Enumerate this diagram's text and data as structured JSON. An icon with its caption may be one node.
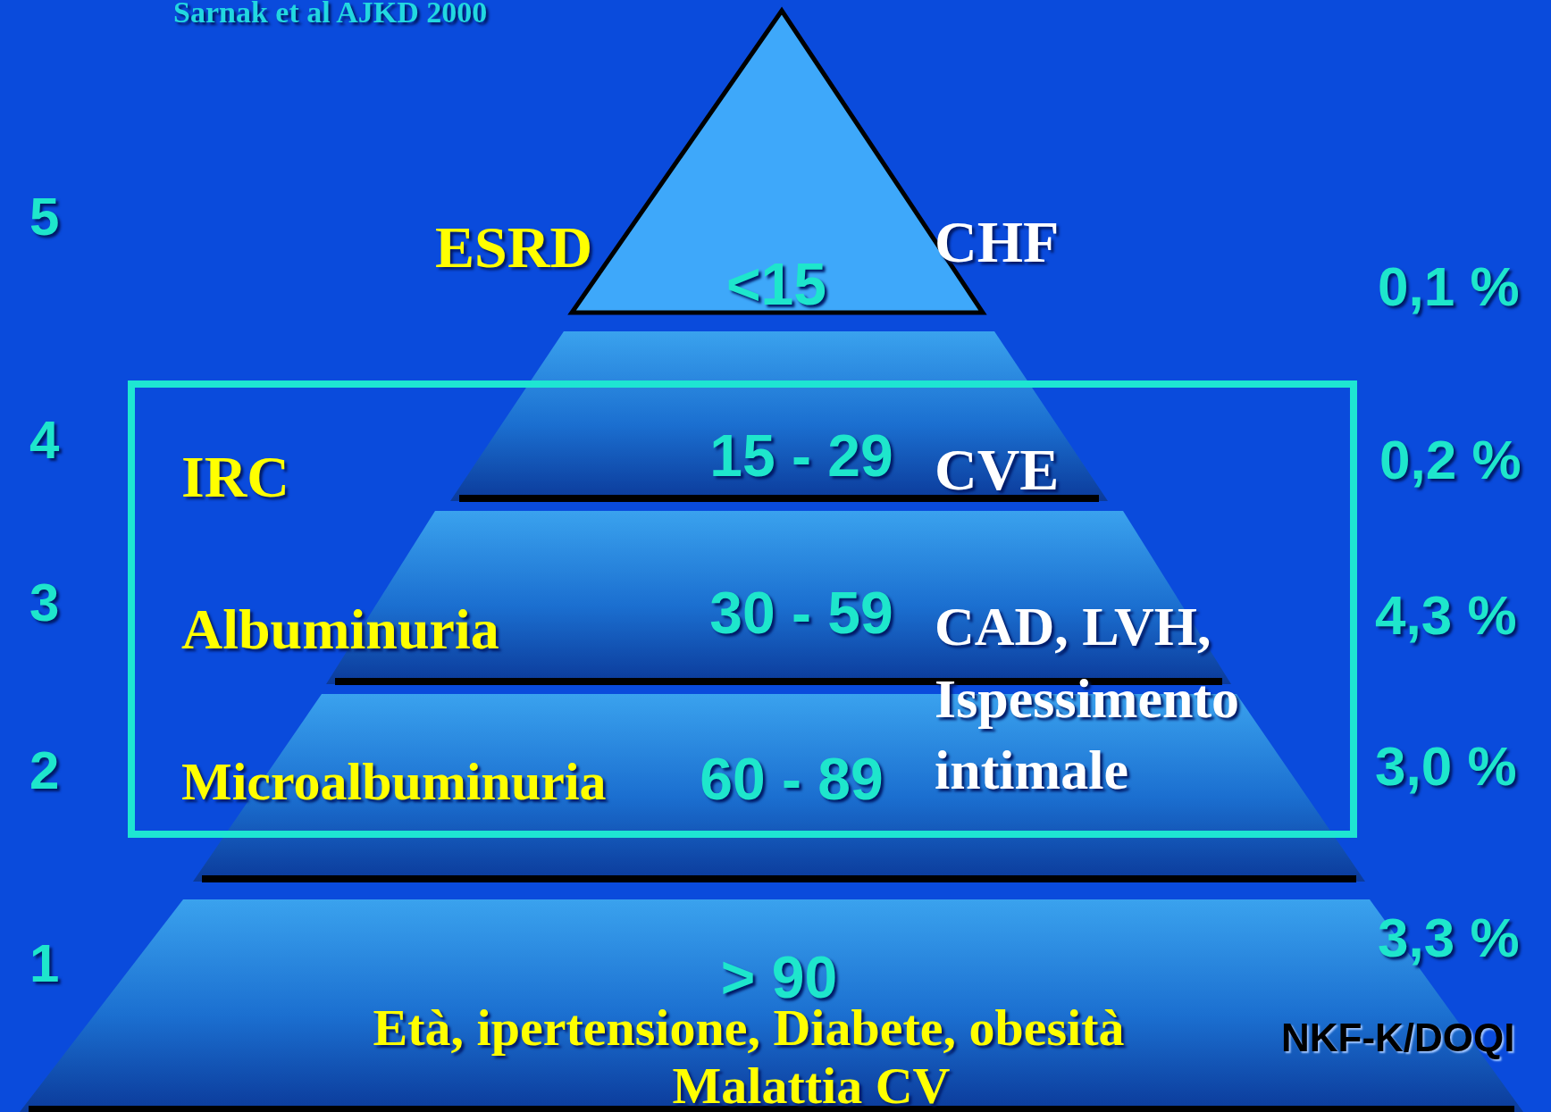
{
  "diagram": {
    "nodes": [
      {
        "text": [
          "<15"
        ]
      },
      {
        "text": [
          "15 - 29"
        ]
      },
      {
        "text": [
          "30 - 59"
        ]
      },
      {
        "text": [
          "60 - 89"
        ]
      },
      {
        "text": [
          "> 90",
          "Età, ipertensione, Diabete, obesità",
          "Malattia CV"
        ]
      }
    ],
    "labels": [
      "Sarnak et al AJKD 2000",
      "5",
      "ESRD",
      "CHF",
      "0,1 %",
      "4",
      "IRC",
      "CVE",
      "0,2 %",
      "3",
      "Albuminuria",
      "CAD, LVH, Ispessimento intimale",
      "4,3 %",
      "2",
      "Microalbuminuria",
      "3,0 %",
      "1",
      "3,3 %",
      "NKF-K/DOQI"
    ]
  }
}
